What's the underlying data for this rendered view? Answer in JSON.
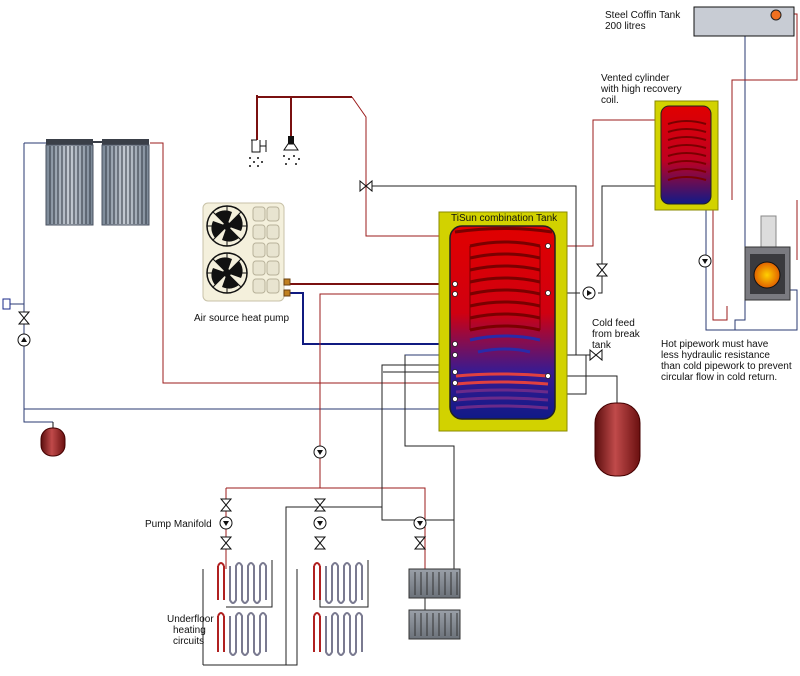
{
  "labels": {
    "coffin_tank_line1": "Steel Coffin Tank",
    "coffin_tank_line2": "200 litres",
    "vented_line1": "Vented cylinder",
    "vented_line2": "with high recovery",
    "vented_line3": "coil.",
    "tank_title": "TiSun combination Tank",
    "heat_pump": "Air source heat pump",
    "cold_feed_line1": "Cold feed",
    "cold_feed_line2": "from break",
    "cold_feed_line3": "tank",
    "note_line1": "Hot pipework must have",
    "note_line2": "less hydraulic resistance",
    "note_line3": "than cold pipework to prevent",
    "note_line4": "circular flow in cold return.",
    "pump_manifold": "Pump Manifold",
    "underfloor_line1": "Underfloor",
    "underfloor_line2": "heating",
    "underfloor_line3": "circuits"
  },
  "colors": {
    "hot_pipe": "#9b1b1b",
    "cold_pipe": "#1a2a8a",
    "tank_jacket": "#d2d200",
    "hot_water": "#e00000",
    "cold_water": "#1a1a90",
    "expansion_vessel": "#8a1a1a"
  },
  "icons": {
    "pump": "pump-icon",
    "valve": "valve-icon",
    "shower": "shower-icon",
    "expansion_vessel": "expansion-vessel-icon",
    "radiator": "radiator-icon",
    "fan": "fan-icon"
  }
}
